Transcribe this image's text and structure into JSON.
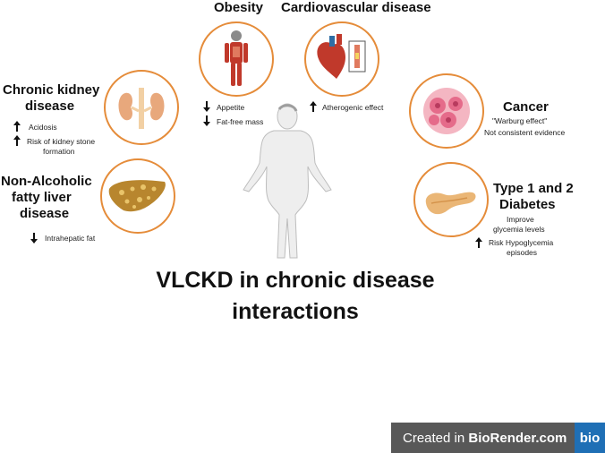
{
  "obesity": {
    "title": "Obesity",
    "effects": [
      "Appetite",
      "Fat-free mass"
    ],
    "directions": [
      "down",
      "down"
    ]
  },
  "cardio": {
    "title": "Cardiovascular  disease",
    "effects": [
      "Atherogenic effect"
    ],
    "directions": [
      "up"
    ]
  },
  "kidney": {
    "title_lines": [
      "Chronic kidney",
      "disease"
    ],
    "effects": [
      "Acidosis",
      "Risk of kidney stone",
      "formation"
    ],
    "directions": [
      "up",
      "up"
    ]
  },
  "liver": {
    "title_lines": [
      "Non-Alcoholic",
      "fatty liver",
      "disease"
    ],
    "effects": [
      "Intrahepatic fat"
    ],
    "directions": [
      "down"
    ]
  },
  "cancer": {
    "title": "Cancer",
    "notes": [
      "\"Warburg effect\"",
      "Not consistent evidence"
    ]
  },
  "diabetes": {
    "title_lines": [
      "Type 1 and 2",
      "Diabetes"
    ],
    "effects": [
      "Improve",
      "glycemia levels",
      "Risk Hypoglycemia",
      "episodes"
    ],
    "directions": [
      "up"
    ]
  },
  "main_title_lines": [
    "VLCKD in chronic disease",
    "interactions"
  ],
  "badge": {
    "prefix": "Created in ",
    "brand": "BioRender.com",
    "logo": "bio"
  },
  "icons": {
    "obesity": "body-anatomy-icon",
    "cardio": "heart-icon",
    "kidney": "kidney-icon",
    "liver": "liver-icon",
    "cancer": "cancer-cell-icon",
    "diabetes": "pancreas-icon",
    "center": "human-figure-icon"
  },
  "colors": {
    "circle_border": "#e58c3a",
    "badge_bg": "#585858",
    "badge_logo": "#1f6fb5"
  }
}
